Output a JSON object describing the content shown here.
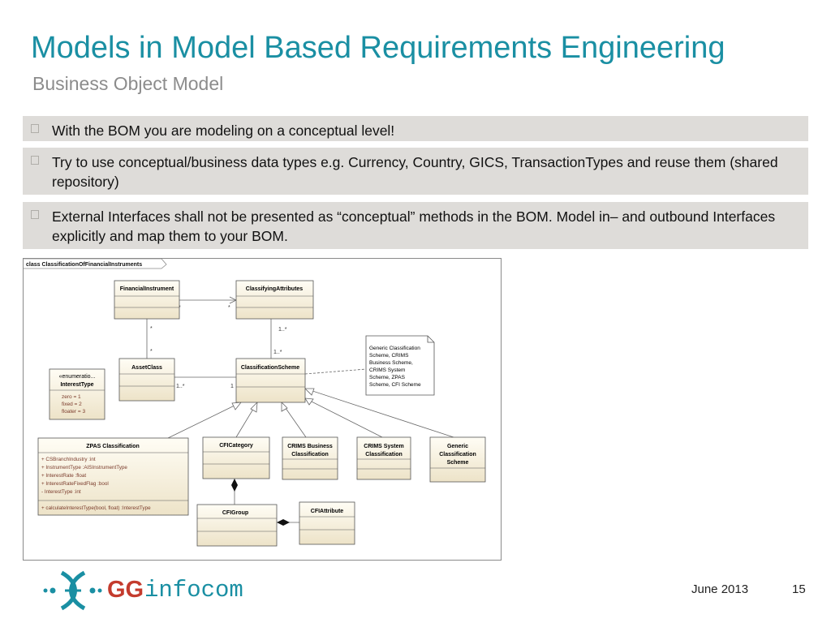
{
  "slide": {
    "title": "Models in Model Based Requirements Engineering",
    "subtitle": "Business Object Model",
    "bullets": [
      "With the BOM you are modeling on a conceptual level!",
      "Try to use conceptual/business data types e.g. Currency, Country, GICS, TransactionTypes and reuse them (shared repository)",
      "External Interfaces shall not be presented as “conceptual” methods in the BOM. Model in– and outbound Interfaces explicitly and map them to your BOM."
    ],
    "footer": {
      "date": "June 2013",
      "page": "15",
      "logo_gg": "GG",
      "logo_infocom": "infocom"
    }
  },
  "diagram": {
    "frame_label": "class ClassificationOfFinancialInstruments",
    "classes": {
      "financial_instrument": "FinancialInstrument",
      "classifying_attributes": "ClassifyingAttributes",
      "asset_class": "AssetClass",
      "classification_scheme": "ClassificationScheme",
      "interest_type_stereotype": "«enumeratio...",
      "interest_type": "InterestType",
      "interest_type_values": [
        "zero = 1",
        "fixed = 2",
        "floater = 3"
      ],
      "zpas_classification": "ZPAS Classification",
      "zpas_attributes": [
        "+   CSBranchIndustry  :int",
        "+   InstrumentType  :AISInstrumentType",
        "+   InterestRate  :float",
        "+   InterestRateFixedFlag  :bool",
        "-   InterestType  :int"
      ],
      "zpas_operation": "+   calculateInterestType(bool, float)  :InterestType",
      "cfi_category": "CFICategory",
      "crims_business_1": "CRIMS Business",
      "crims_business_2": "Classification",
      "crims_system_1": "CRIMS System",
      "crims_system_2": "Classification",
      "generic_1": "Generic",
      "generic_2": "Classification",
      "generic_3": "Scheme",
      "cfi_group": "CFIGroup",
      "cfi_attribute": "CFIAttribute"
    },
    "note_lines": [
      "Generic Classification",
      "Scheme, CRIMS",
      "Business Scheme,",
      "CRIMS System",
      "Scheme, ZPAS",
      "Scheme, CFI  Scheme"
    ],
    "multiplicities": {
      "fi_ca_left": "*",
      "fi_ca_right": "*",
      "fi_asset_top": "*",
      "fi_asset_bottom": "*",
      "ca_cs_top": "1..*",
      "ca_cs_bottom": "1..*",
      "asset_cs_left": "1..*",
      "asset_cs_right": "1"
    }
  },
  "colors": {
    "title": "#1a8fa3",
    "subtitle": "#8c8c8c",
    "bullet_bg": "#dedcd9",
    "class_fill": "#fcf7e6",
    "logo_red": "#c43b2d"
  }
}
